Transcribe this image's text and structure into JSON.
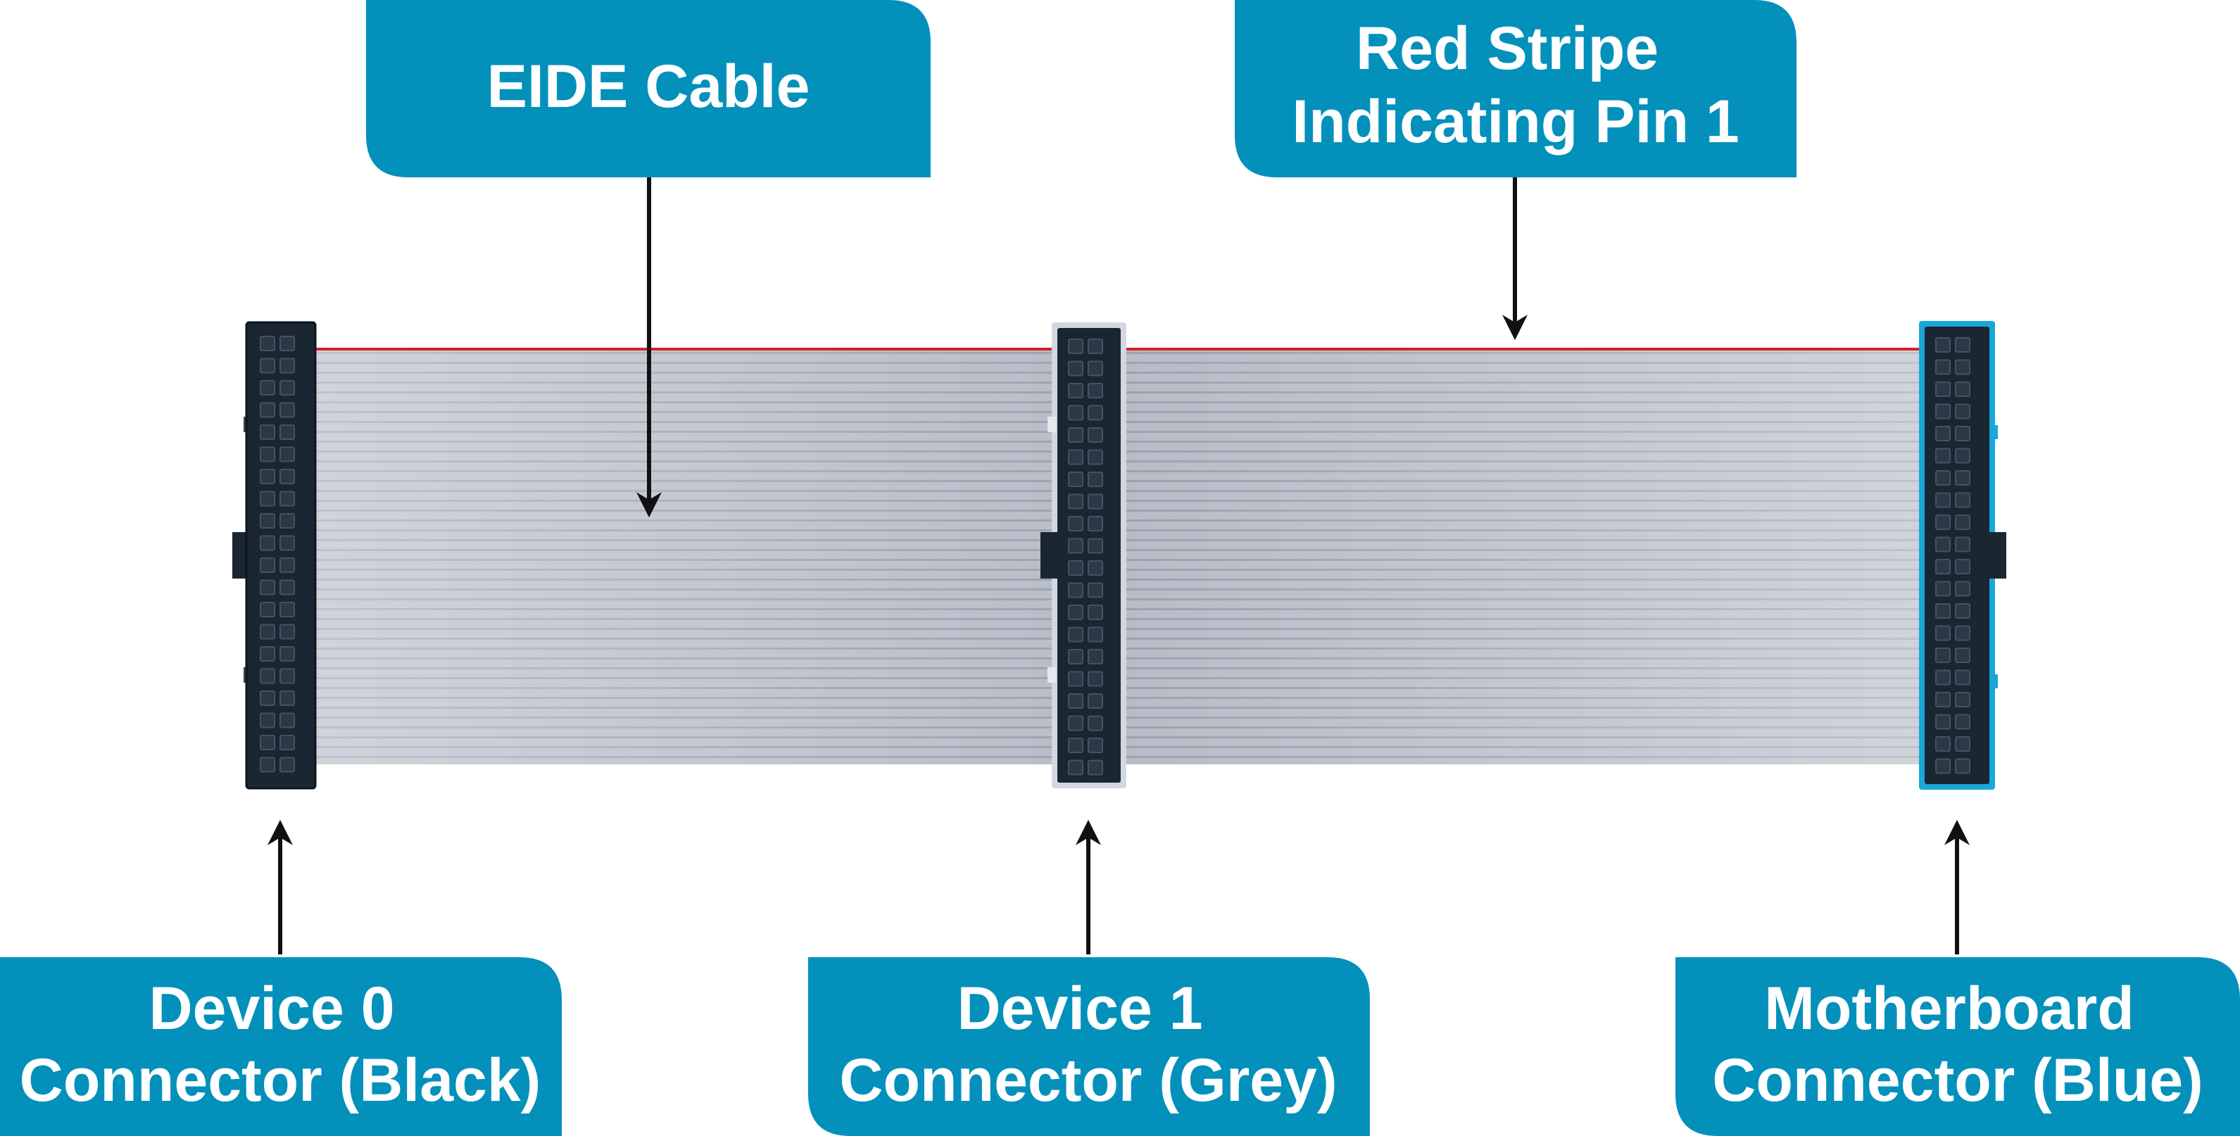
{
  "colors": {
    "label_bg": "#0390BB",
    "label_text": "#ffffff",
    "arrow": "#111111",
    "ribbon_wire": "#B7BCC7",
    "ribbon_wire_dark": "#9CA2AE",
    "red_stripe": "#D61F26",
    "connector_black": "#1B2633",
    "connector_grey_outline": "#D3D8E0",
    "connector_blue_outline": "#19A7D9"
  },
  "labels": {
    "eide_cable": {
      "lines": [
        "EIDE Cable"
      ]
    },
    "red_stripe": {
      "lines": [
        "Red Stripe",
        "Indicating Pin 1"
      ]
    },
    "device0": {
      "lines": [
        "Device 0",
        "Connector (Black)"
      ]
    },
    "device1": {
      "lines": [
        "Device 1",
        "Connector (Grey)"
      ]
    },
    "motherboard": {
      "lines": [
        "Motherboard",
        "Connector (Blue)"
      ]
    }
  },
  "icons": {
    "arrow": "arrow-icon",
    "connector": "connector-icon"
  }
}
